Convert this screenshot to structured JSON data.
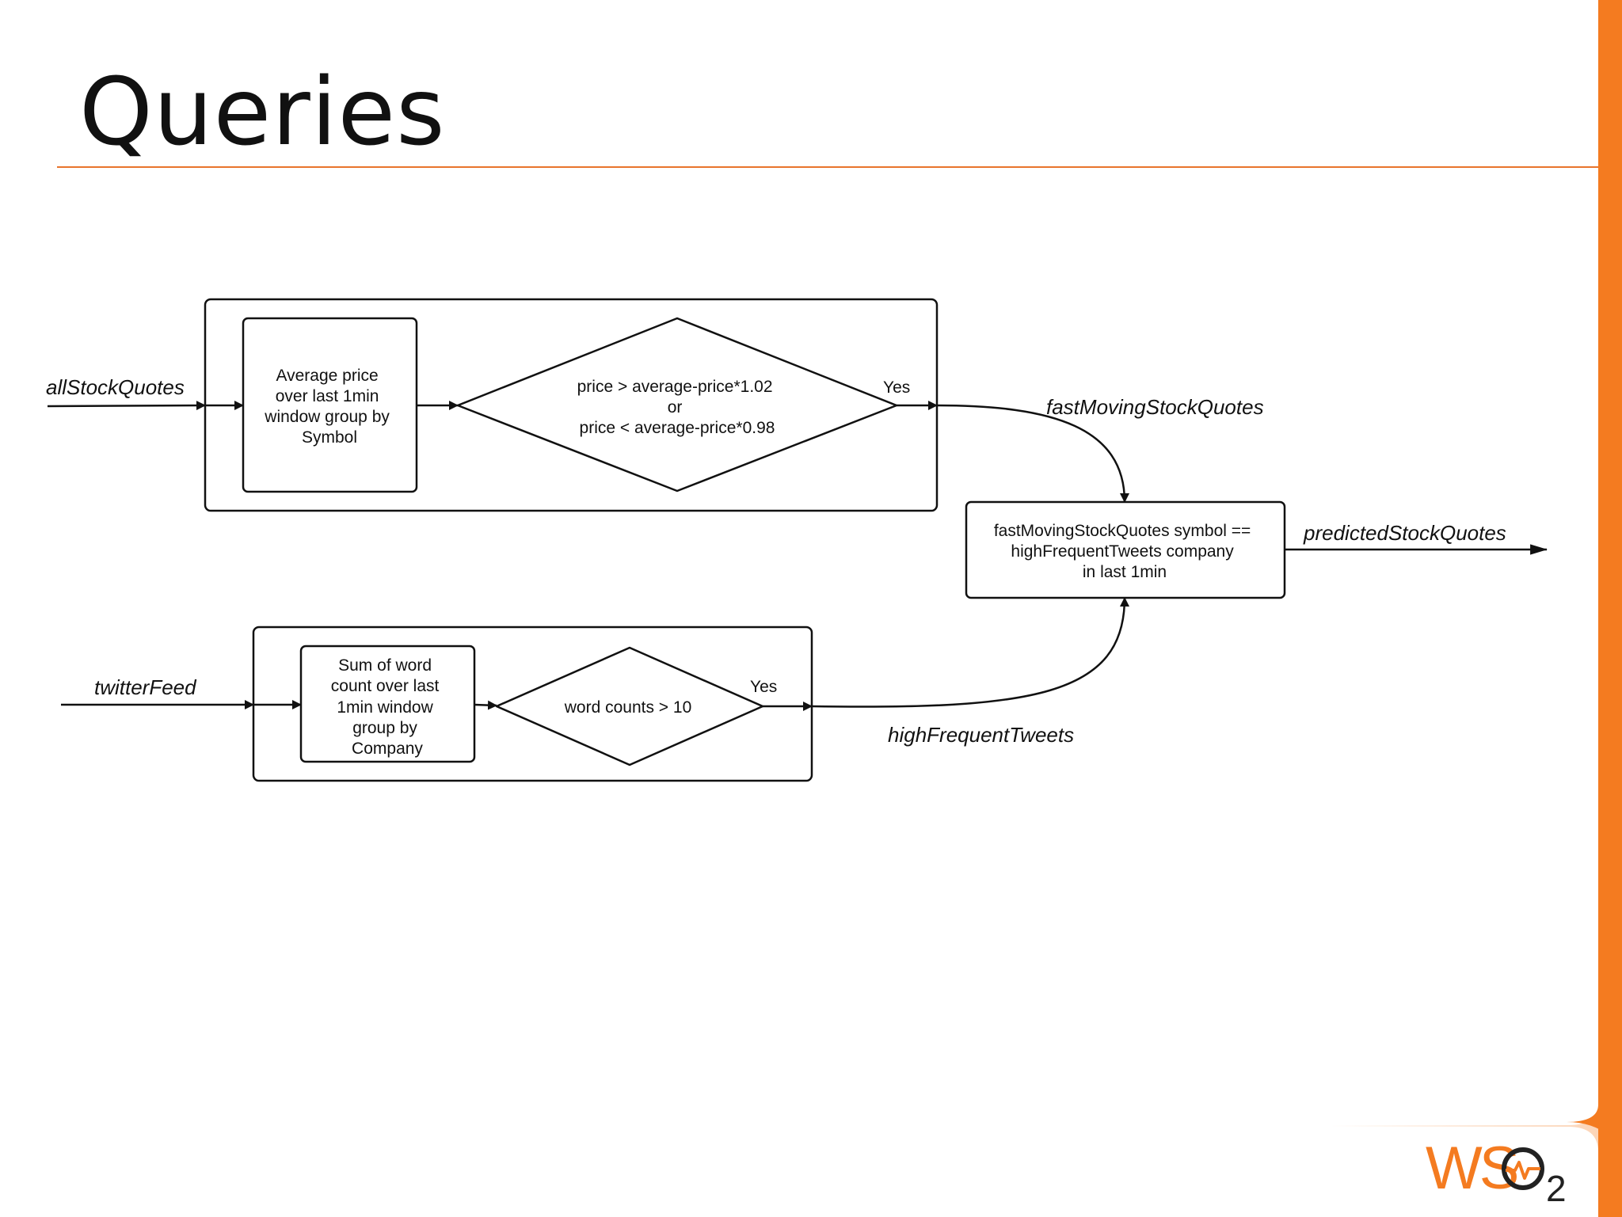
{
  "slide": {
    "title": "Queries",
    "accent_color": "#f47b20",
    "logo": {
      "text": "WSO2",
      "letters_orange": "WS",
      "letter_o": "O",
      "subscript": "2"
    }
  },
  "diagram": {
    "streams": {
      "input_stock": "allStockQuotes",
      "input_twitter": "twitterFeed",
      "fast_moving": "fastMovingStockQuotes",
      "high_frequent": "highFrequentTweets",
      "output": "predictedStockQuotes"
    },
    "query_stock": {
      "window_box": [
        "Average price",
        "over last 1min",
        "window  group by",
        "Symbol"
      ],
      "filter_diamond": [
        "price  > average-price*1.02",
        "or",
        "price  <  average-price*0.98"
      ],
      "yes_label": "Yes"
    },
    "query_twitter": {
      "window_box": [
        "Sum of word",
        "count over last",
        "1min window",
        "group by",
        "Company"
      ],
      "filter_diamond": [
        "word counts > 10"
      ],
      "yes_label": "Yes"
    },
    "join_box": [
      "fastMovingStockQuotes symbol  ==",
      "highFrequentTweets company",
      "in last 1min"
    ]
  }
}
